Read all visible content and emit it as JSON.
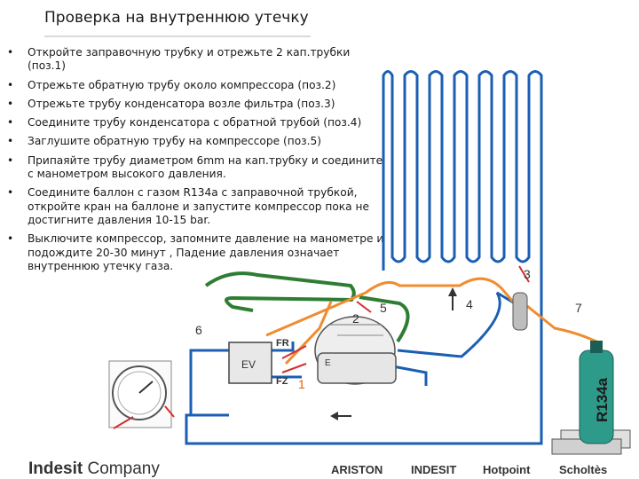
{
  "title": "Проверка на внутреннюю утечку",
  "bullet_glyph": "•",
  "steps": [
    "Откройте заправочную трубку и отрежьте 2 кап.трубки (поз.1)",
    "Отрежьте обратную трубу около компрессора (поз.2)",
    "Отрежьте трубу конденсатора возле фильтра (поз.3)",
    "Соедините трубу конденсатора с обратной трубой (поз.4)",
    "Заглушите обратную трубу на компрессоре (поз.5)",
    "Припаяйте трубу диаметром 6mm на кап.трубку и соедините с манометром высокого давления.",
    "Соедините баллон с газом R134a с заправочной трубкой, откройте кран на баллоне и запустите компрессор пока не достигните давления 10-15 bar.",
    "Выключите компрессор, запомните давление на манометре и подождите 20-30 минут , Падение давления означает внутреннюю утечку газа."
  ],
  "diagram": {
    "labels": {
      "pos1": "1",
      "pos2": "2",
      "pos3": "3",
      "pos4": "4",
      "pos5": "5",
      "pos6": "6",
      "pos7": "7",
      "ev": "EV",
      "fr": "FR",
      "fz": "FZ",
      "cylinder": "R134a"
    },
    "colors": {
      "pipe_blue": "#1a5fb4",
      "pipe_green": "#2e7d32",
      "pipe_orange": "#f08c30",
      "cylinder": "#2e9a8a",
      "cut_red": "#d32f2f"
    }
  },
  "footer": {
    "company_bold": "Indesit",
    "company_light": " Company",
    "brands": [
      "ARISTON",
      "INDESIT",
      "Hotpoint",
      "Scholtès"
    ]
  }
}
